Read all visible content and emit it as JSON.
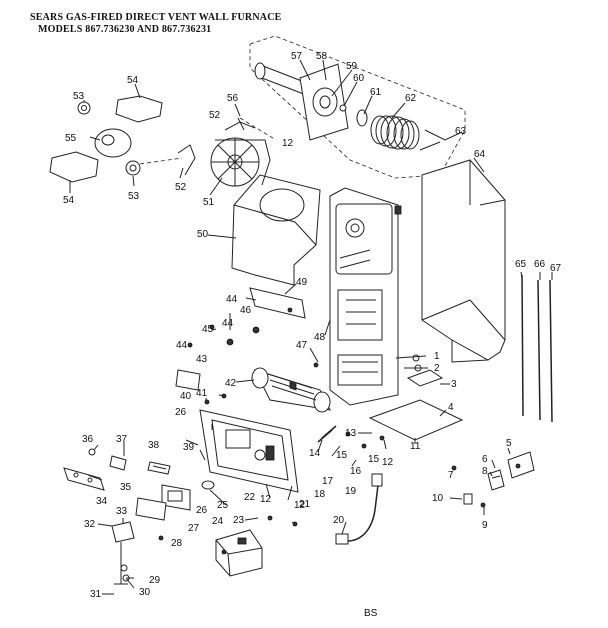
{
  "title_line1": "SEARS GAS-FIRED DIRECT VENT WALL FURNACE",
  "title_line2": "MODELS 867.736230 AND 867.736231",
  "page_code": "BS",
  "callouts": [
    "1",
    "2",
    "3",
    "4",
    "5",
    "6",
    "7",
    "8",
    "9",
    "10",
    "11",
    "12",
    "12",
    "12",
    "12",
    "13",
    "14",
    "15",
    "15",
    "16",
    "17",
    "18",
    "19",
    "20",
    "21",
    "22",
    "23",
    "24",
    "25",
    "26",
    "26",
    "27",
    "28",
    "29",
    "30",
    "31",
    "32",
    "33",
    "34",
    "35",
    "36",
    "37",
    "38",
    "39",
    "40",
    "41",
    "42",
    "43",
    "44",
    "44",
    "44",
    "45",
    "46",
    "47",
    "48",
    "49",
    "50",
    "51",
    "52",
    "52",
    "53",
    "53",
    "54",
    "54",
    "55",
    "56",
    "57",
    "58",
    "59",
    "60",
    "61",
    "62",
    "63",
    "64",
    "65",
    "66",
    "67"
  ]
}
